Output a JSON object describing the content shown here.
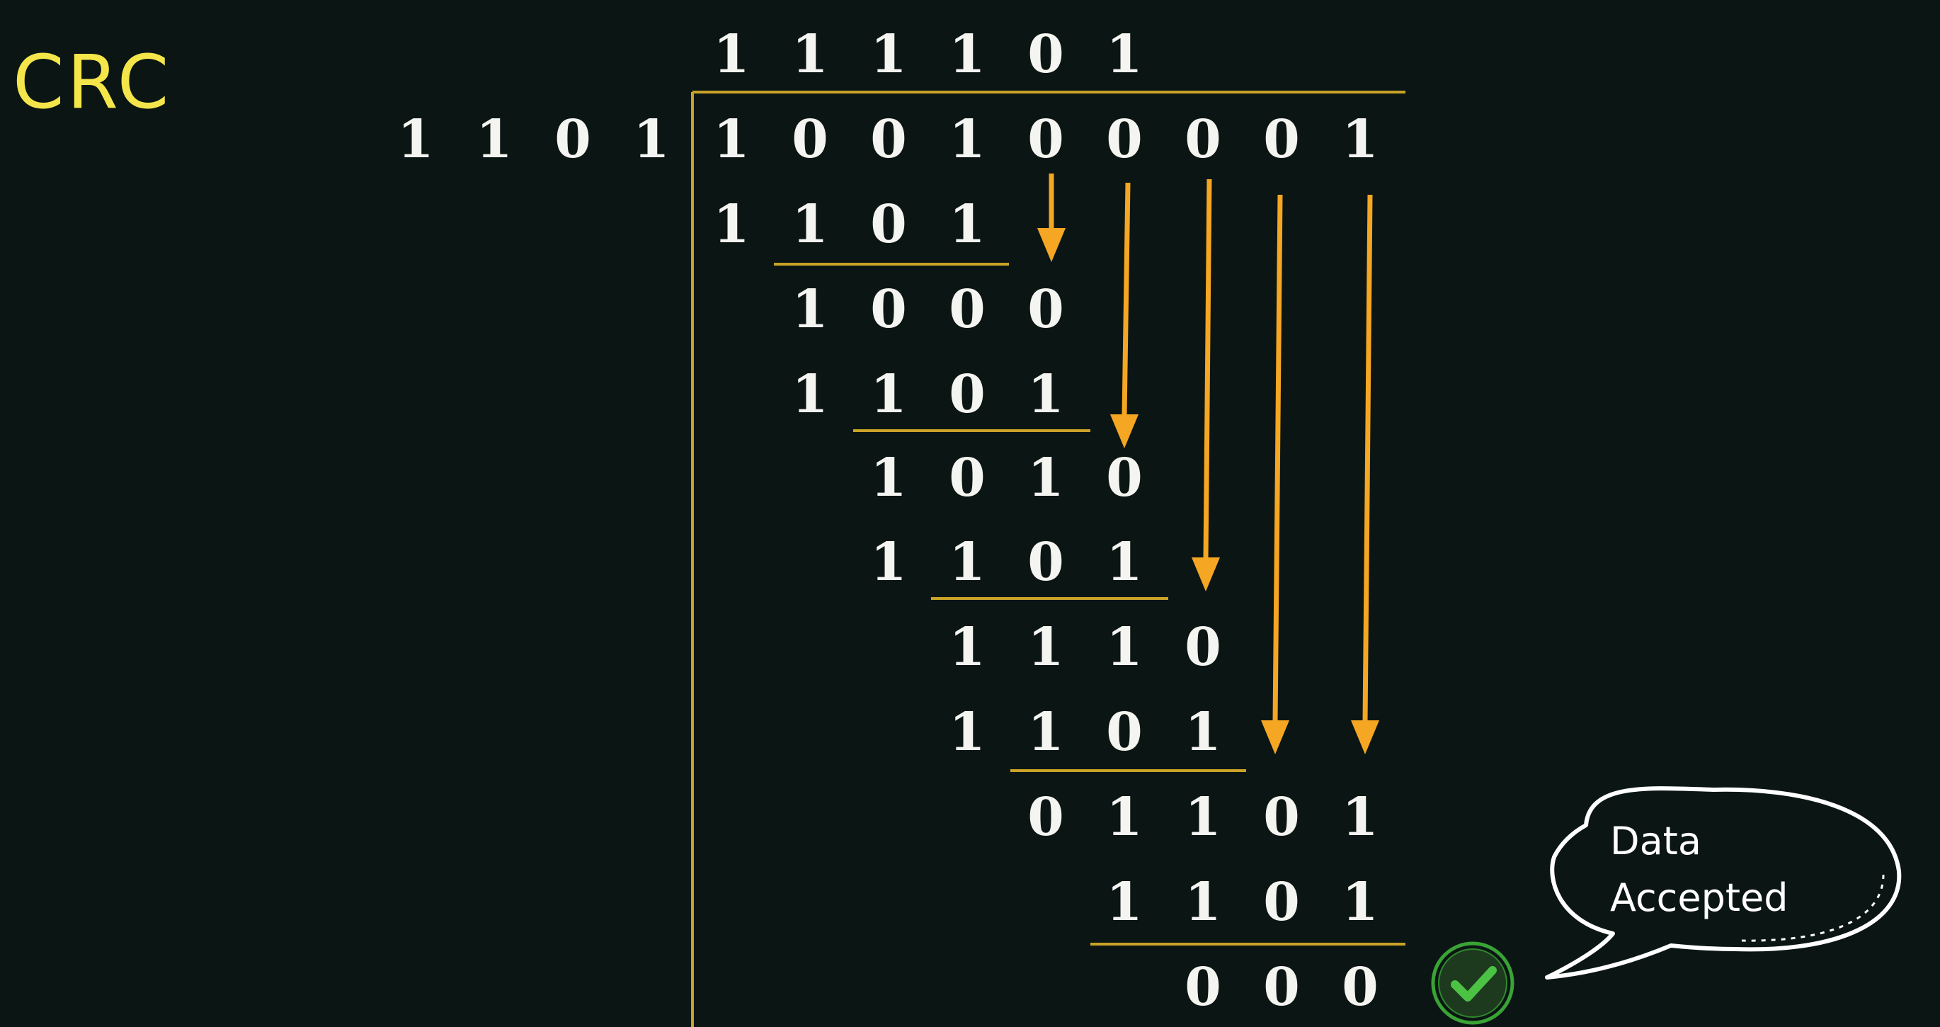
{
  "title": "CRC",
  "quotient": [
    "1",
    "1",
    "1",
    "1",
    "0",
    "1"
  ],
  "divisor": [
    "1",
    "1",
    "0",
    "1"
  ],
  "dividend": [
    "1",
    "0",
    "0",
    "1",
    "0",
    "0",
    "0",
    "0",
    "1"
  ],
  "steps": [
    [
      "1",
      "1",
      "0",
      "1"
    ],
    [
      "1",
      "0",
      "0",
      "0"
    ],
    [
      "1",
      "1",
      "0",
      "1"
    ],
    [
      "1",
      "0",
      "1",
      "0"
    ],
    [
      "1",
      "1",
      "0",
      "1"
    ],
    [
      "1",
      "1",
      "1",
      "0"
    ],
    [
      "1",
      "1",
      "0",
      "1"
    ],
    [
      "0",
      "1",
      "1",
      "0",
      "1"
    ],
    [
      "1",
      "1",
      "0",
      "1"
    ]
  ],
  "remainder": [
    "0",
    "0",
    "0"
  ],
  "bubble": {
    "line1": "Data",
    "line2": "Accepted"
  },
  "colors": {
    "accent": "#f5a623",
    "lines": "#c9a227",
    "digits": "#f4f4f0",
    "title": "#f4e64a",
    "check": "#3aa335"
  },
  "icons": {
    "status": "check-icon"
  }
}
